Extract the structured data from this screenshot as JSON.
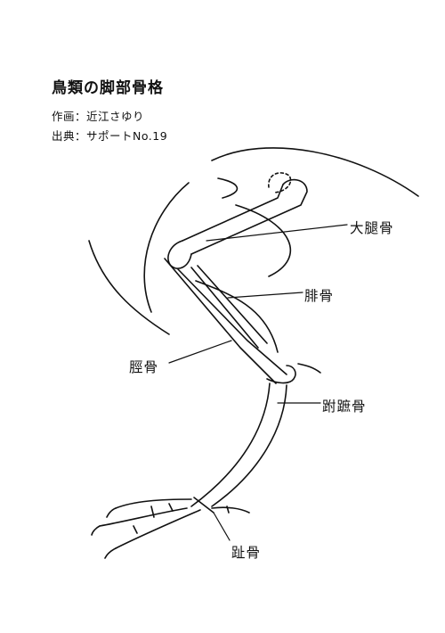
{
  "title": "鳥類の脚部骨格",
  "credits": {
    "author": "作画：近江さゆり",
    "source": "出典：サポートNo.19"
  },
  "labels": {
    "femur": "大腿骨",
    "fibula": "腓骨",
    "tibia": "脛骨",
    "tarsometatarsus": "跗蹠骨",
    "toes": "趾骨"
  }
}
